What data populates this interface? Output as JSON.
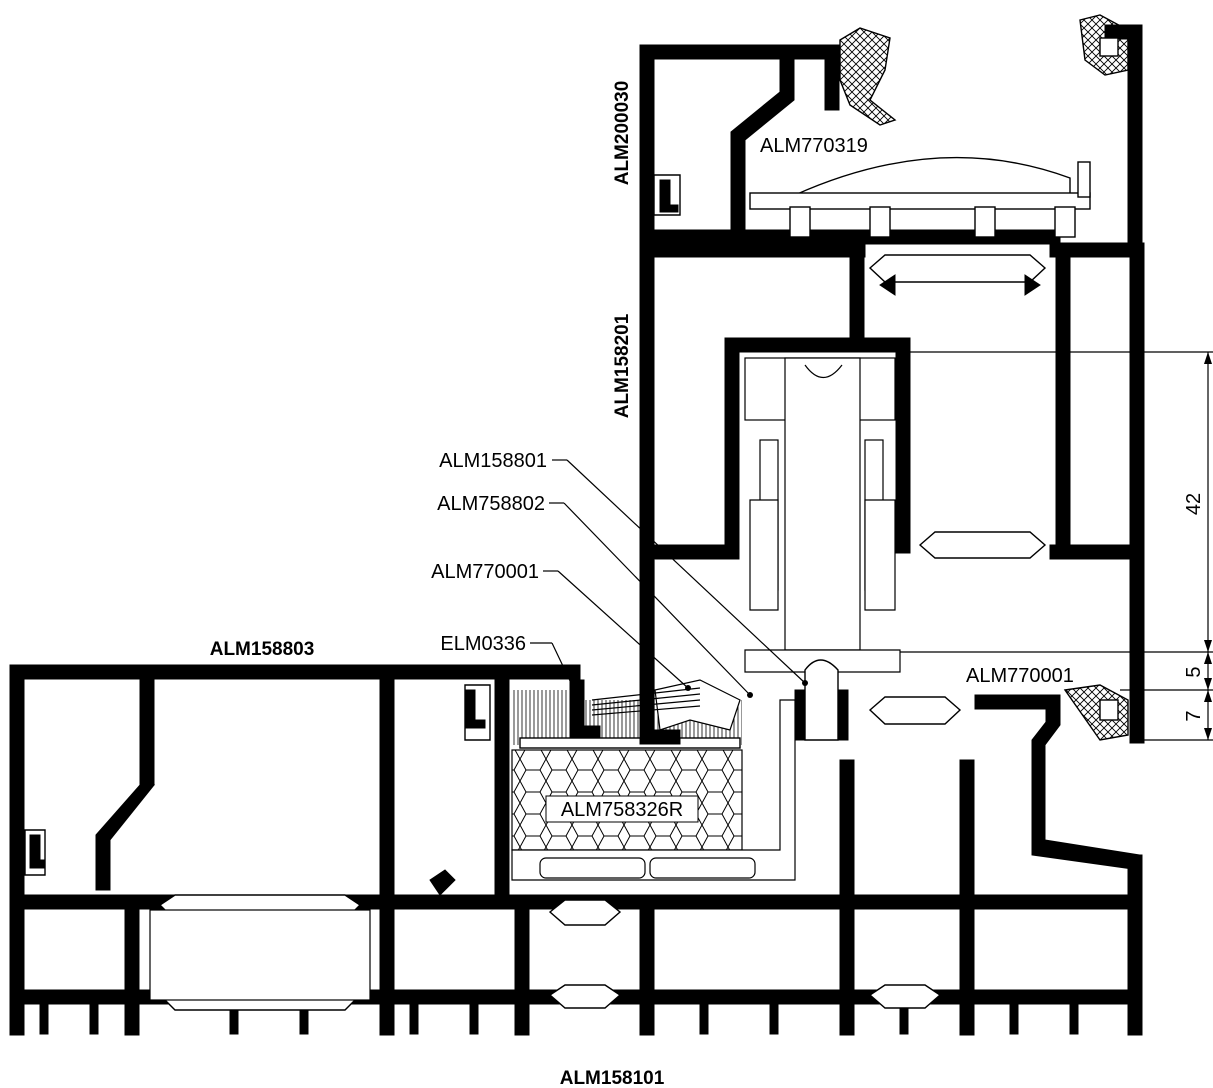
{
  "labels": {
    "alm200030": "ALM200030",
    "alm158201": "ALM158201",
    "alm158803": "ALM158803",
    "alm158101": "ALM158101",
    "alm770319": "ALM770319",
    "alm158801": "ALM158801",
    "alm758802": "ALM758802",
    "alm770001_left": "ALM770001",
    "alm770001_right": "ALM770001",
    "elm0336": "ELM0336",
    "alm758326r": "ALM758326R"
  },
  "dimensions": {
    "d42": "42",
    "d5": "5",
    "d7": "7"
  },
  "colors": {
    "profile": "#000000",
    "background": "#ffffff"
  }
}
